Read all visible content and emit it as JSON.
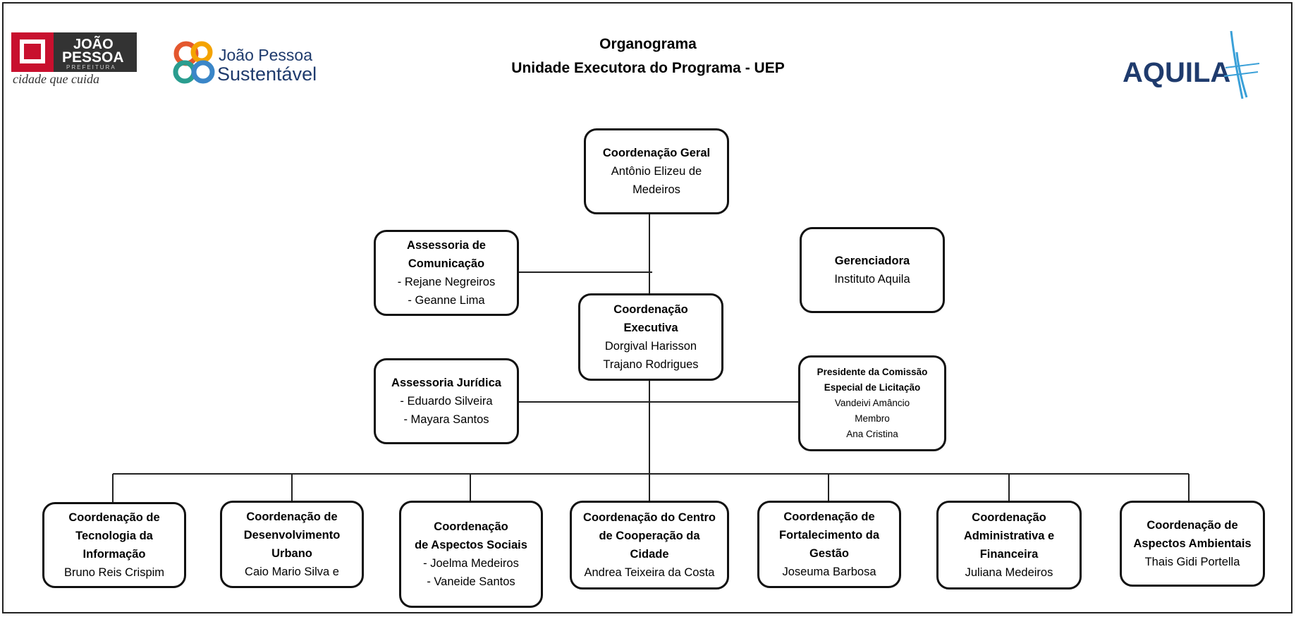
{
  "header": {
    "title": "Organograma",
    "subtitle": "Unidade Executora do Programa - UEP"
  },
  "logos": {
    "jp_word1": "JOÃO",
    "jp_word2": "PESSOA",
    "jp_word3": "PREFEITURA",
    "jp_slogan": "cidade que cuida",
    "sust_line1": "João Pessoa",
    "sust_line2": "Sustentável",
    "aquila": "AQUILA"
  },
  "boxes": {
    "geral": {
      "title": "Coordenação Geral",
      "names": "Antônio Elizeu de\nMedeiros"
    },
    "comunicacao": {
      "title": "Assessoria de\nComunicação",
      "names": "- Rejane Negreiros\n- Geanne Lima"
    },
    "gerenciadora": {
      "title": "Gerenciadora",
      "names": "Instituto Aquila"
    },
    "executiva": {
      "title": "Coordenação\nExecutiva",
      "names": "Dorgival Harisson\nTrajano Rodrigues"
    },
    "juridica": {
      "title": "Assessoria Jurídica",
      "names": "- Eduardo Silveira\n- Mayara Santos"
    },
    "licitacao": {
      "title": "Presidente da Comissão\nEspecial de Licitação",
      "names": "Vandeivi Amâncio\nMembro\nAna Cristina"
    },
    "ti": {
      "title": "Coordenação de\nTecnologia da\nInformação",
      "names": "Bruno Reis Crispim"
    },
    "urbano": {
      "title": "Coordenação de\nDesenvolvimento\nUrbano",
      "names": "Caio Mario Silva e"
    },
    "sociais": {
      "title": "Coordenação\nde Aspectos Sociais",
      "names": "- Joelma Medeiros\n- Vaneide Santos"
    },
    "centro": {
      "title": "Coordenação do Centro\nde Cooperação da\nCidade",
      "names": "Andrea Teixeira da Costa"
    },
    "gestao": {
      "title": "Coordenação de\nFortalecimento da\nGestão",
      "names": "Joseuma Barbosa"
    },
    "adm": {
      "title": "Coordenação\nAdministrativa e\nFinanceira",
      "names": "Juliana Medeiros"
    },
    "ambientais": {
      "title": "Coordenação de\nAspectos Ambientais",
      "names": "Thais Gidi Portella"
    }
  },
  "colors": {
    "jp_red": "#c8102e",
    "jp_dark": "#333333",
    "aquila_navy": "#1f3b6d",
    "aquila_blue": "#3aa0d8"
  }
}
